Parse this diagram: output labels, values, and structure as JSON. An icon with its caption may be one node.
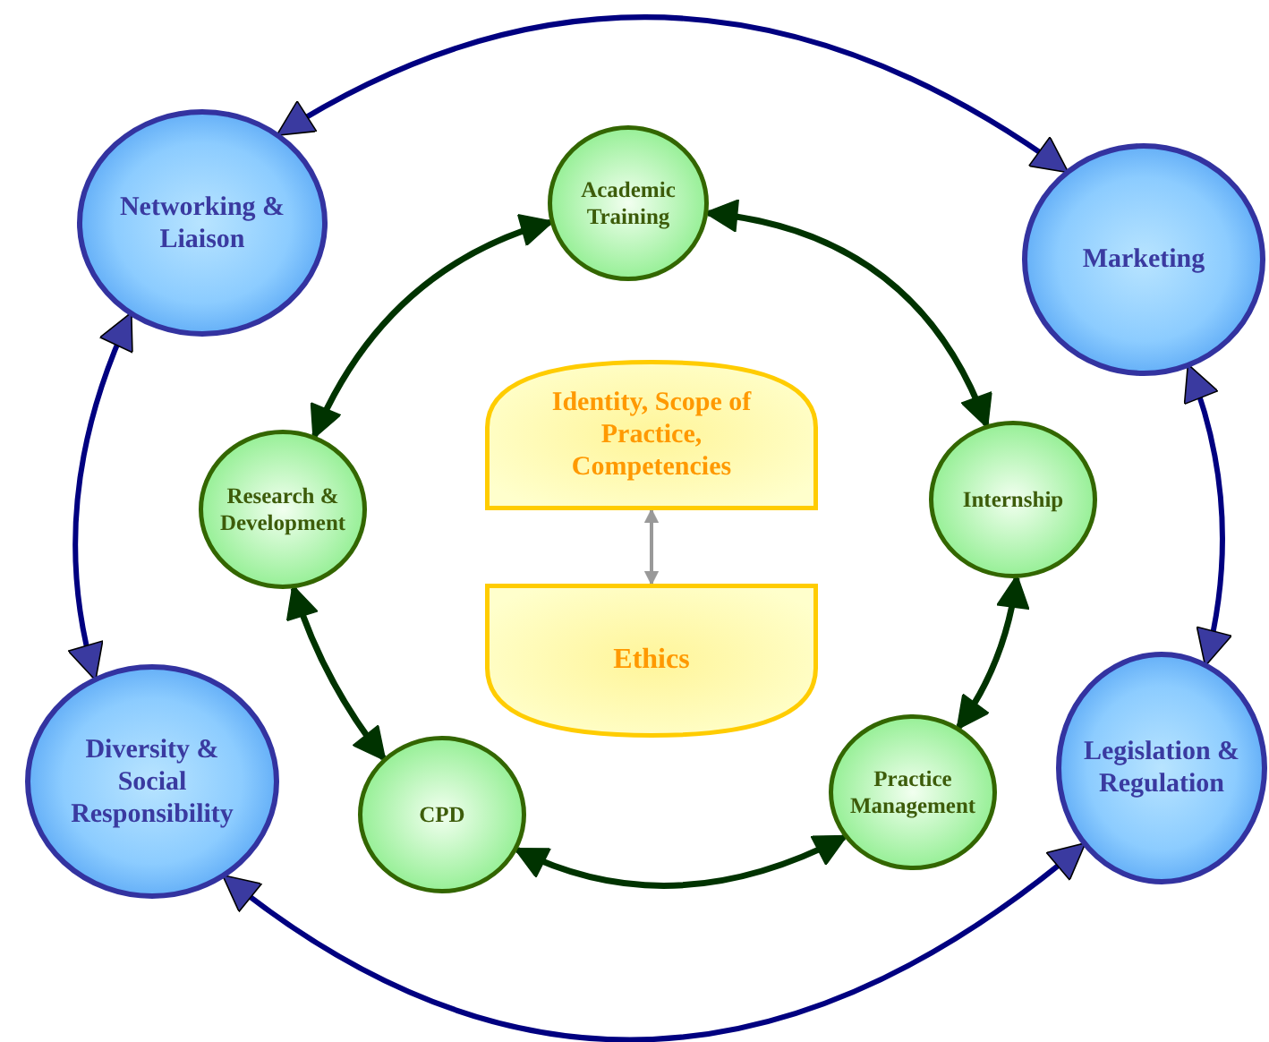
{
  "diagram": {
    "nodes": [
      {
        "text": [
          "Networking & Liaison"
        ]
      },
      {
        "text": [
          "Academic Training"
        ]
      },
      {
        "text": [
          "Marketing"
        ]
      },
      {
        "text": [
          "Identity, Scope of Practice, Competencies"
        ]
      },
      {
        "text": [
          "Research & Development"
        ]
      },
      {
        "text": [
          "Internship"
        ]
      },
      {
        "text": [
          "Ethics"
        ]
      },
      {
        "text": [
          "Diversity & Social Responsibility"
        ]
      },
      {
        "text": [
          "Legislation & Regulation"
        ]
      },
      {
        "text": [
          "CPD"
        ]
      },
      {
        "text": [
          "Practice Management"
        ]
      }
    ],
    "edges": [
      {
        "from": 0,
        "to": 2,
        "arrow": "both",
        "color": "#000080"
      },
      {
        "from": 2,
        "to": 8,
        "arrow": "both",
        "color": "#000080"
      },
      {
        "from": 8,
        "to": 7,
        "arrow": "both",
        "color": "#000080"
      },
      {
        "from": 7,
        "to": 0,
        "arrow": "both",
        "color": "#000080"
      },
      {
        "from": 1,
        "to": 5,
        "arrow": "both"
      },
      {
        "from": 5,
        "to": 10,
        "arrow": "both"
      },
      {
        "from": 10,
        "to": 9,
        "arrow": "both"
      },
      {
        "from": 9,
        "to": 4,
        "arrow": "both"
      },
      {
        "from": 4,
        "to": 1,
        "arrow": "both"
      },
      {
        "from": 3,
        "to": 6,
        "arrow": "both",
        "color": "#999999"
      }
    ]
  }
}
